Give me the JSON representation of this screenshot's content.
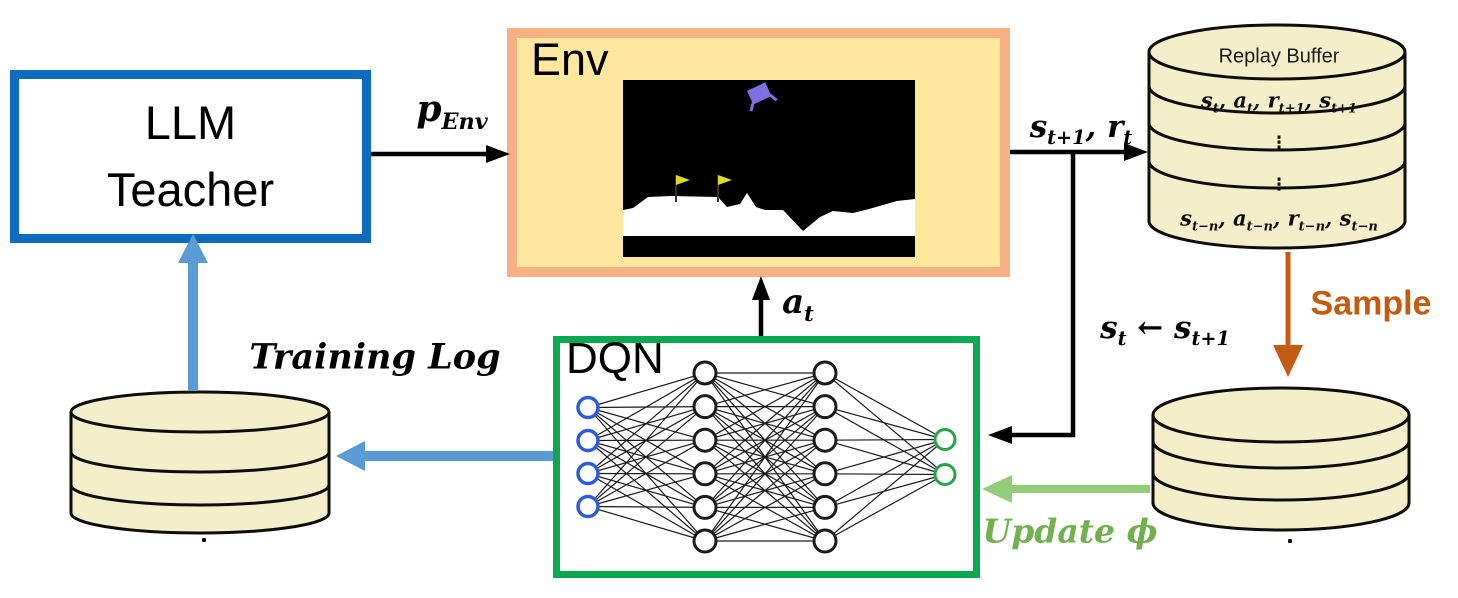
{
  "diagram": {
    "llm_box": {
      "line1": "LLM",
      "line2": "Teacher"
    },
    "env_box": {
      "label": "Env"
    },
    "dqn_box": {
      "label": "DQN"
    },
    "replay_buffer": {
      "title": "Replay Buffer",
      "dots": "⋮"
    },
    "labels": {
      "training_log": "Training Log",
      "sample": "Sample",
      "update_phi": "Update ϕ"
    },
    "math_labels": {
      "p_env": [
        [
          "p",
          "Env"
        ]
      ],
      "s_r": [
        [
          "s",
          "t+1"
        ],
        [
          ", r",
          "t"
        ]
      ],
      "a_t": [
        [
          "a",
          "t"
        ]
      ],
      "s_assign": [
        [
          "s",
          "t"
        ],
        [
          " ← s",
          "t+1"
        ]
      ],
      "replay_row_1": [
        [
          "s",
          "t"
        ],
        [
          ", a",
          "t"
        ],
        [
          ", r",
          "t+1"
        ],
        [
          ", s",
          "t+1"
        ]
      ],
      "replay_row_n": [
        [
          "s",
          "t−n"
        ],
        [
          ", a",
          "t−n"
        ],
        [
          ", r",
          "t−n"
        ],
        [
          ", s",
          "t−n"
        ]
      ]
    },
    "nn": {
      "layers": [
        4,
        6,
        6,
        2
      ],
      "layer_colors": [
        "#2e5cd7",
        "#1a1a1a",
        "#1a1a1a",
        "#27a54a"
      ]
    },
    "colors": {
      "llm_blue": "#0e6cbf",
      "arrow_blue": "#5b9bd5",
      "env_border": "#f5b183",
      "env_fill": "#ffe79e",
      "dqn_green": "#0aa84f",
      "cylinder_fill": "#f5eecb",
      "sample_orange": "#c55a11",
      "update_green_arrow": "#94cd7a",
      "update_green_text": "#70b04e",
      "lander_purple": "#7e6fe3",
      "flag_yellow": "#ddd92a"
    }
  }
}
